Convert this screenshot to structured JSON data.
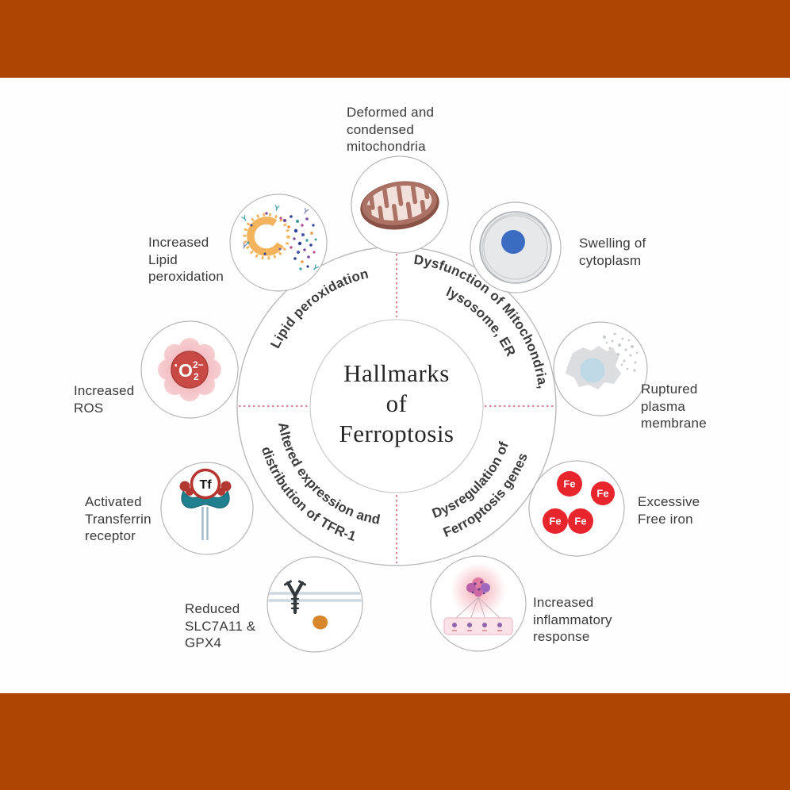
{
  "center": {
    "title": "Hallmarks\nof\nFerroptosis"
  },
  "ring_segments": {
    "nw": {
      "line1": "Lipid peroxidation"
    },
    "ne": {
      "line1": "Dysfunction of Mitochondria,",
      "line2": "lysosome, ER"
    },
    "se": {
      "line1": "Dysregulation of",
      "line2": "Ferroptosis genes"
    },
    "sw": {
      "line1": "Altered expression and",
      "line2": "distribution of TFR-1"
    }
  },
  "nodes": {
    "mitochondria": {
      "label": "Deformed and\ncondensed\nmitochondria"
    },
    "lipid": {
      "label": "Increased\nLipid\nperoxidation"
    },
    "cytoplasm": {
      "label": "Swelling of\ncytoplasm"
    },
    "ros": {
      "label": "Increased\nROS",
      "formula_dot": "•",
      "formula_o": "O",
      "formula_sup": "2−",
      "formula_sub": "2"
    },
    "membrane": {
      "label": "Ruptured\nplasma\nmembrane"
    },
    "transferrin": {
      "label": "Activated\nTransferrin\nreceptor",
      "tf_label": "Tf"
    },
    "iron": {
      "label": "Excessive\nFree iron",
      "fe_label": "Fe"
    },
    "slc": {
      "label": "Reduced\nSLC7A11 &\nGPX4"
    },
    "inflammation": {
      "label": "Increased\ninflammatory\nresponse"
    }
  },
  "icons": {
    "y_mark": "Y"
  },
  "colors": {
    "band": "#ae4502",
    "dash": "#d06070",
    "iron_red": "#e8252c",
    "ros_red": "#c94944",
    "teal": "#20808f",
    "nucleus_blue": "#3b6cc1",
    "gpx4_orange": "#d8862c",
    "lipid_ring_orange": "#f4b45e"
  }
}
